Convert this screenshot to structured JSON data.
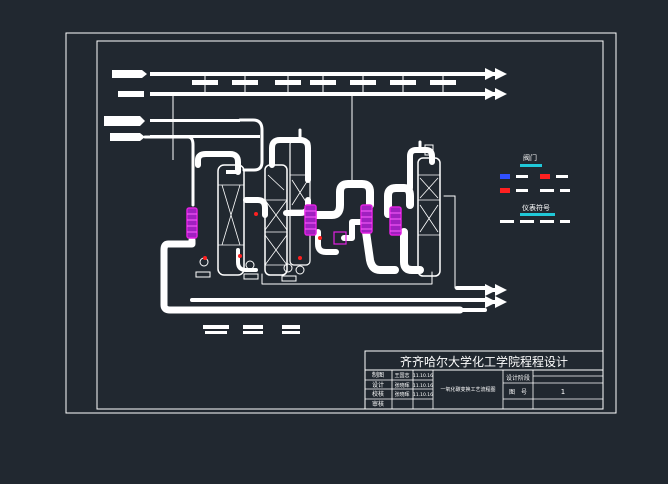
{
  "title_block": {
    "school_title": "齐齐哈尔大学化工学院程程设计",
    "rows": [
      {
        "role": "制图",
        "name": "王国志",
        "date": "11.10.16"
      },
      {
        "role": "设计",
        "name": "张晓晖",
        "date": "11.10.16"
      },
      {
        "role": "校核",
        "name": "张晓晖",
        "date": "11.10.16"
      },
      {
        "role": "审核",
        "name": "",
        "date": ""
      }
    ],
    "drawing_name": "一氧化碳变换工艺流程图",
    "stage_label": "设计阶段",
    "sheet_label": "图　号",
    "sheet_value": "1"
  },
  "legend": {
    "valves_title": "阀门",
    "instruments_title": "仪表符号"
  },
  "colors": {
    "background": "#212830",
    "frame": "#ffffff",
    "pipe": "#ffffff",
    "exchanger": "#e020e0",
    "legend_bar": "#20c8d8",
    "valve_blue": "#3050ff",
    "valve_red": "#ff2020"
  }
}
